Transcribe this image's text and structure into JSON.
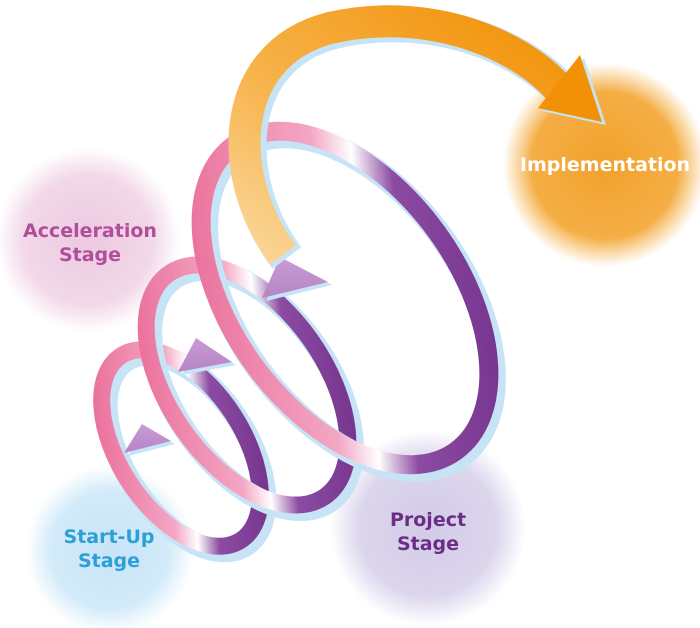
{
  "stages": {
    "acceleration": {
      "line1": "Acceleration",
      "line2": "Stage",
      "color": "#b04e9a",
      "bubble": "#f0d3e6"
    },
    "startup": {
      "line1": "Start-Up",
      "line2": "Stage",
      "color": "#2ca0d6",
      "bubble": "#cde8f7"
    },
    "project": {
      "line1": "Project",
      "line2": "Stage",
      "color": "#6c2d87",
      "bubble": "#d9d2ea"
    },
    "implementation": {
      "line1": "Implementation",
      "color": "#ffffff",
      "bubble": "#f1a635"
    }
  },
  "colors": {
    "pink": "#e8608f",
    "purple_light": "#b585c4",
    "purple_dark": "#6d2b86",
    "orange": "#f39a12",
    "orange_light": "#fbcb85",
    "shadow": "#c7e3f6"
  }
}
